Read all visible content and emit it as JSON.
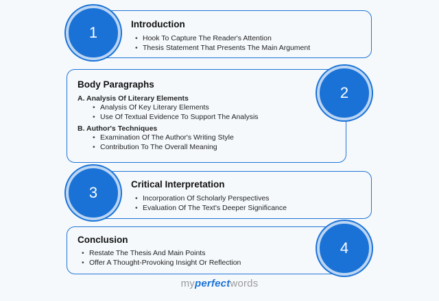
{
  "sections": [
    {
      "number": "1",
      "title": "Introduction",
      "bullets": [
        "Hook To Capture The Reader's Attention",
        "Thesis Statement That Presents The Main Argument"
      ]
    },
    {
      "number": "2",
      "title": "Body Paragraphs",
      "subsections": [
        {
          "heading": "A. Analysis Of Literary Elements",
          "bullets": [
            "Analysis Of Key Literary Elements",
            "Use Of Textual Evidence To Support The Analysis"
          ]
        },
        {
          "heading": "B. Author's Techniques",
          "bullets": [
            "Examination Of The Author's Writing Style",
            "Contribution To The Overall Meaning"
          ]
        }
      ]
    },
    {
      "number": "3",
      "title": "Critical Interpretation",
      "bullets": [
        "Incorporation Of Scholarly Perspectives",
        "Evaluation Of The Text's Deeper Significance"
      ]
    },
    {
      "number": "4",
      "title": "Conclusion",
      "bullets": [
        "Restate The Thesis And Main Points",
        "Offer A Thought-Provoking Insight Or Reflection"
      ]
    }
  ],
  "logo": {
    "part1": "my",
    "part2": "perfect",
    "part3": "words"
  },
  "colors": {
    "accent": "#1a72d7",
    "ring": "#bcd6f3",
    "background": "#f5f9fc"
  }
}
